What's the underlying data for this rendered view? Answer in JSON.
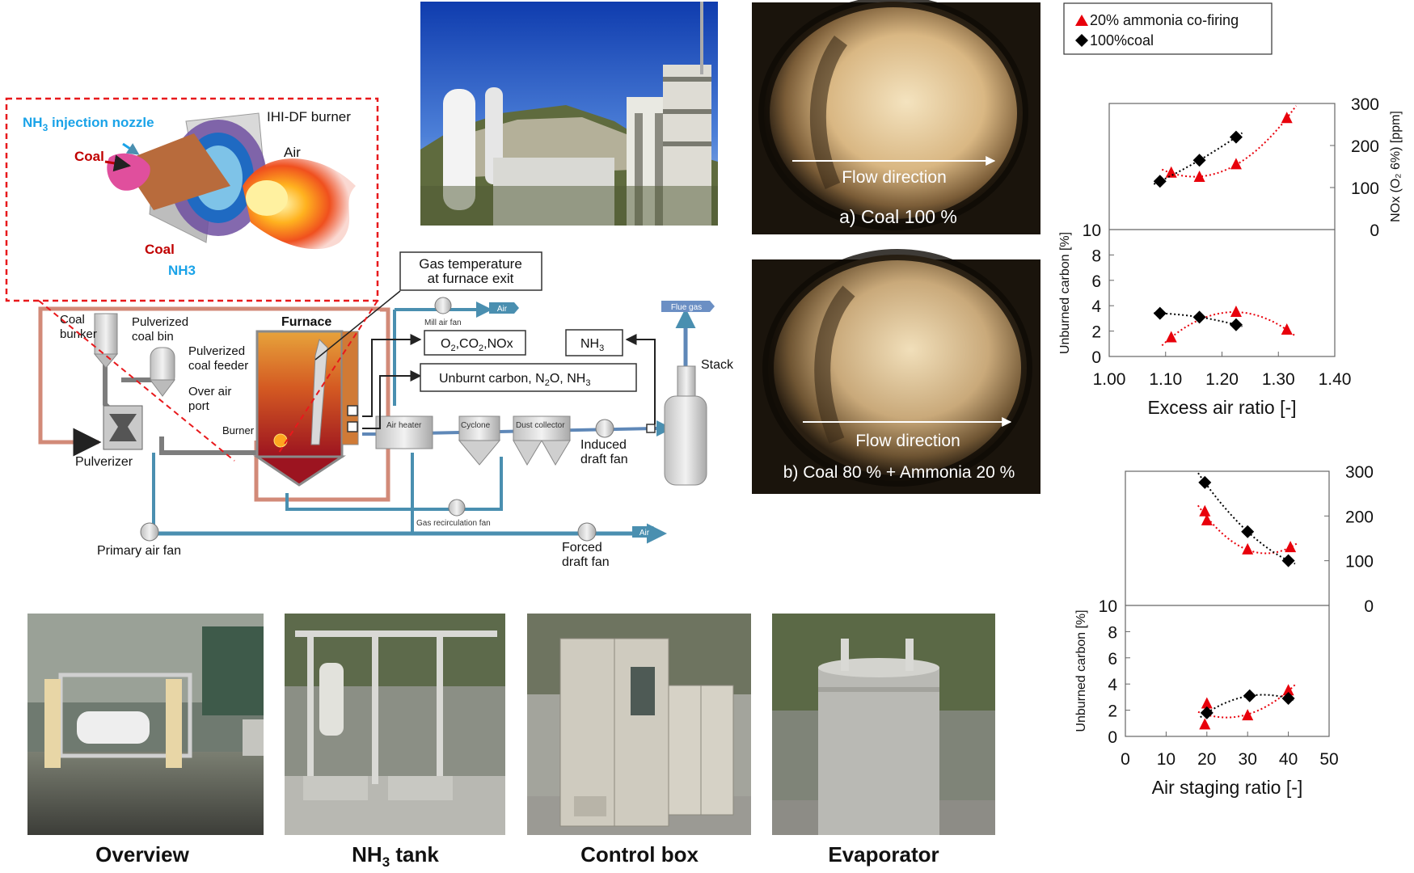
{
  "colors": {
    "co_firing": "#e8000b",
    "coal": "#000000",
    "callout": "#e8191c",
    "nh3_label": "#1aa3e8",
    "coal_label": "#c00000",
    "air_line": "#4a8fb0",
    "pipe_red": "#d28a78",
    "furnace": "#c9321f"
  },
  "burner_callout": {
    "nh3_nozzle": "NH",
    "nh3_nozzle_sub": "3",
    "nh3_nozzle_rest": " injection nozzle",
    "burner": "IHI-DF burner",
    "air": "Air",
    "coal_top": "Coal",
    "coal_bottom": "Coal",
    "nh3_bottom": "NH3",
    "icons": [
      "burner-cutaway-icon",
      "flame-icon"
    ]
  },
  "process_diagram": {
    "gas_temp": "Gas temperature\nat furnace exit",
    "coal_bunker": "Coal\nbunker",
    "pulverized_coal_bin": "Pulverized\ncoal bin",
    "pulverized_coal_feeder": "Pulverized\ncoal feeder",
    "furnace": "Furnace",
    "over_air_port": "Over air\nport",
    "burner": "Burner",
    "pulverizer": "Pulverizer",
    "mill_air_fan": "Mill air fan",
    "air_top": "Air",
    "air_bottom": "Air",
    "o2_box_pre": "O",
    "o2_box_sub1": "2",
    "o2_box_mid": ",CO",
    "o2_box_sub2": "2",
    "o2_box_post": ",NOx",
    "nh3_box": "NH",
    "nh3_box_sub": "3",
    "unburnt_pre": "Unburnt carbon, N",
    "unburnt_sub1": "2",
    "unburnt_mid": "O, NH",
    "unburnt_sub2": "3",
    "flue_gas": "Flue gas",
    "stack": "Stack",
    "air_heater": "Air heater",
    "cyclone": "Cyclone",
    "dust_collector": "Dust collector",
    "induced_draft_fan": "Induced\ndraft fan",
    "gas_recirculation_fan": "Gas recirculation fan",
    "primary_air_fan": "Primary air fan",
    "forced_draft_fan": "Forced\ndraft fan"
  },
  "flame_photos": {
    "top": {
      "flow": "Flow direction",
      "caption": "a) Coal 100 %"
    },
    "bottom": {
      "flow": "Flow direction",
      "caption": "b) Coal 80 % + Ammonia 20 %"
    }
  },
  "photos": [
    {
      "caption": "Overview"
    },
    {
      "caption_pre": "NH",
      "caption_sub": "3",
      "caption_post": " tank"
    },
    {
      "caption": "Control box"
    },
    {
      "caption": "Evaporator"
    }
  ],
  "legend": {
    "co_firing": "20% ammonia co-firing",
    "coal": "100%coal"
  },
  "chart_data": [
    {
      "type": "scatter",
      "xlabel": "Excess air ratio [-]",
      "xlim": [
        1.0,
        1.4
      ],
      "xticks": [
        "1.00",
        "1.10",
        "1.20",
        "1.30",
        "1.40"
      ],
      "panels": [
        {
          "ylabel": "NOx (O₂ 6%) [ppm]",
          "ylim": [
            0,
            300
          ],
          "yticks": [
            "0",
            "100",
            "200",
            "300"
          ],
          "series": [
            {
              "name": "20% ammonia co-firing",
              "x": [
                1.11,
                1.16,
                1.225,
                1.315
              ],
              "y": [
                135,
                125,
                155,
                265
              ]
            },
            {
              "name": "100%coal",
              "x": [
                1.09,
                1.16,
                1.225
              ],
              "y": [
                115,
                165,
                220
              ]
            }
          ]
        },
        {
          "ylabel": "Unburned carbon [%]",
          "ylim": [
            0,
            10
          ],
          "yticks": [
            "0",
            "2",
            "4",
            "6",
            "8",
            "10"
          ],
          "series": [
            {
              "name": "20% ammonia co-firing",
              "x": [
                1.11,
                1.225,
                1.315
              ],
              "y": [
                1.5,
                3.5,
                2.1
              ]
            },
            {
              "name": "100%coal",
              "x": [
                1.09,
                1.16,
                1.225
              ],
              "y": [
                3.4,
                3.1,
                2.5
              ]
            }
          ]
        }
      ]
    },
    {
      "type": "scatter",
      "xlabel": "Air staging ratio [-]",
      "xlim": [
        0,
        50
      ],
      "xticks": [
        "0",
        "10",
        "20",
        "30",
        "40",
        "50"
      ],
      "panels": [
        {
          "ylabel": "",
          "ylim": [
            0,
            300
          ],
          "yticks": [
            "0",
            "100",
            "200",
            "300"
          ],
          "series": [
            {
              "name": "20% ammonia co-firing",
              "x": [
                19.5,
                20,
                30,
                40.5
              ],
              "y": [
                210,
                190,
                125,
                130
              ]
            },
            {
              "name": "100%coal",
              "x": [
                19.5,
                30,
                40
              ],
              "y": [
                275,
                165,
                100
              ]
            }
          ]
        },
        {
          "ylabel": "Unburned carbon [%]",
          "ylim": [
            0,
            10
          ],
          "yticks": [
            "0",
            "2",
            "4",
            "6",
            "8",
            "10"
          ],
          "series": [
            {
              "name": "20% ammonia co-firing",
              "x": [
                19.5,
                20,
                30,
                40
              ],
              "y": [
                0.9,
                2.5,
                1.6,
                3.5
              ]
            },
            {
              "name": "100%coal",
              "x": [
                20,
                30.5,
                40
              ],
              "y": [
                1.8,
                3.1,
                2.9
              ]
            }
          ]
        }
      ]
    }
  ]
}
